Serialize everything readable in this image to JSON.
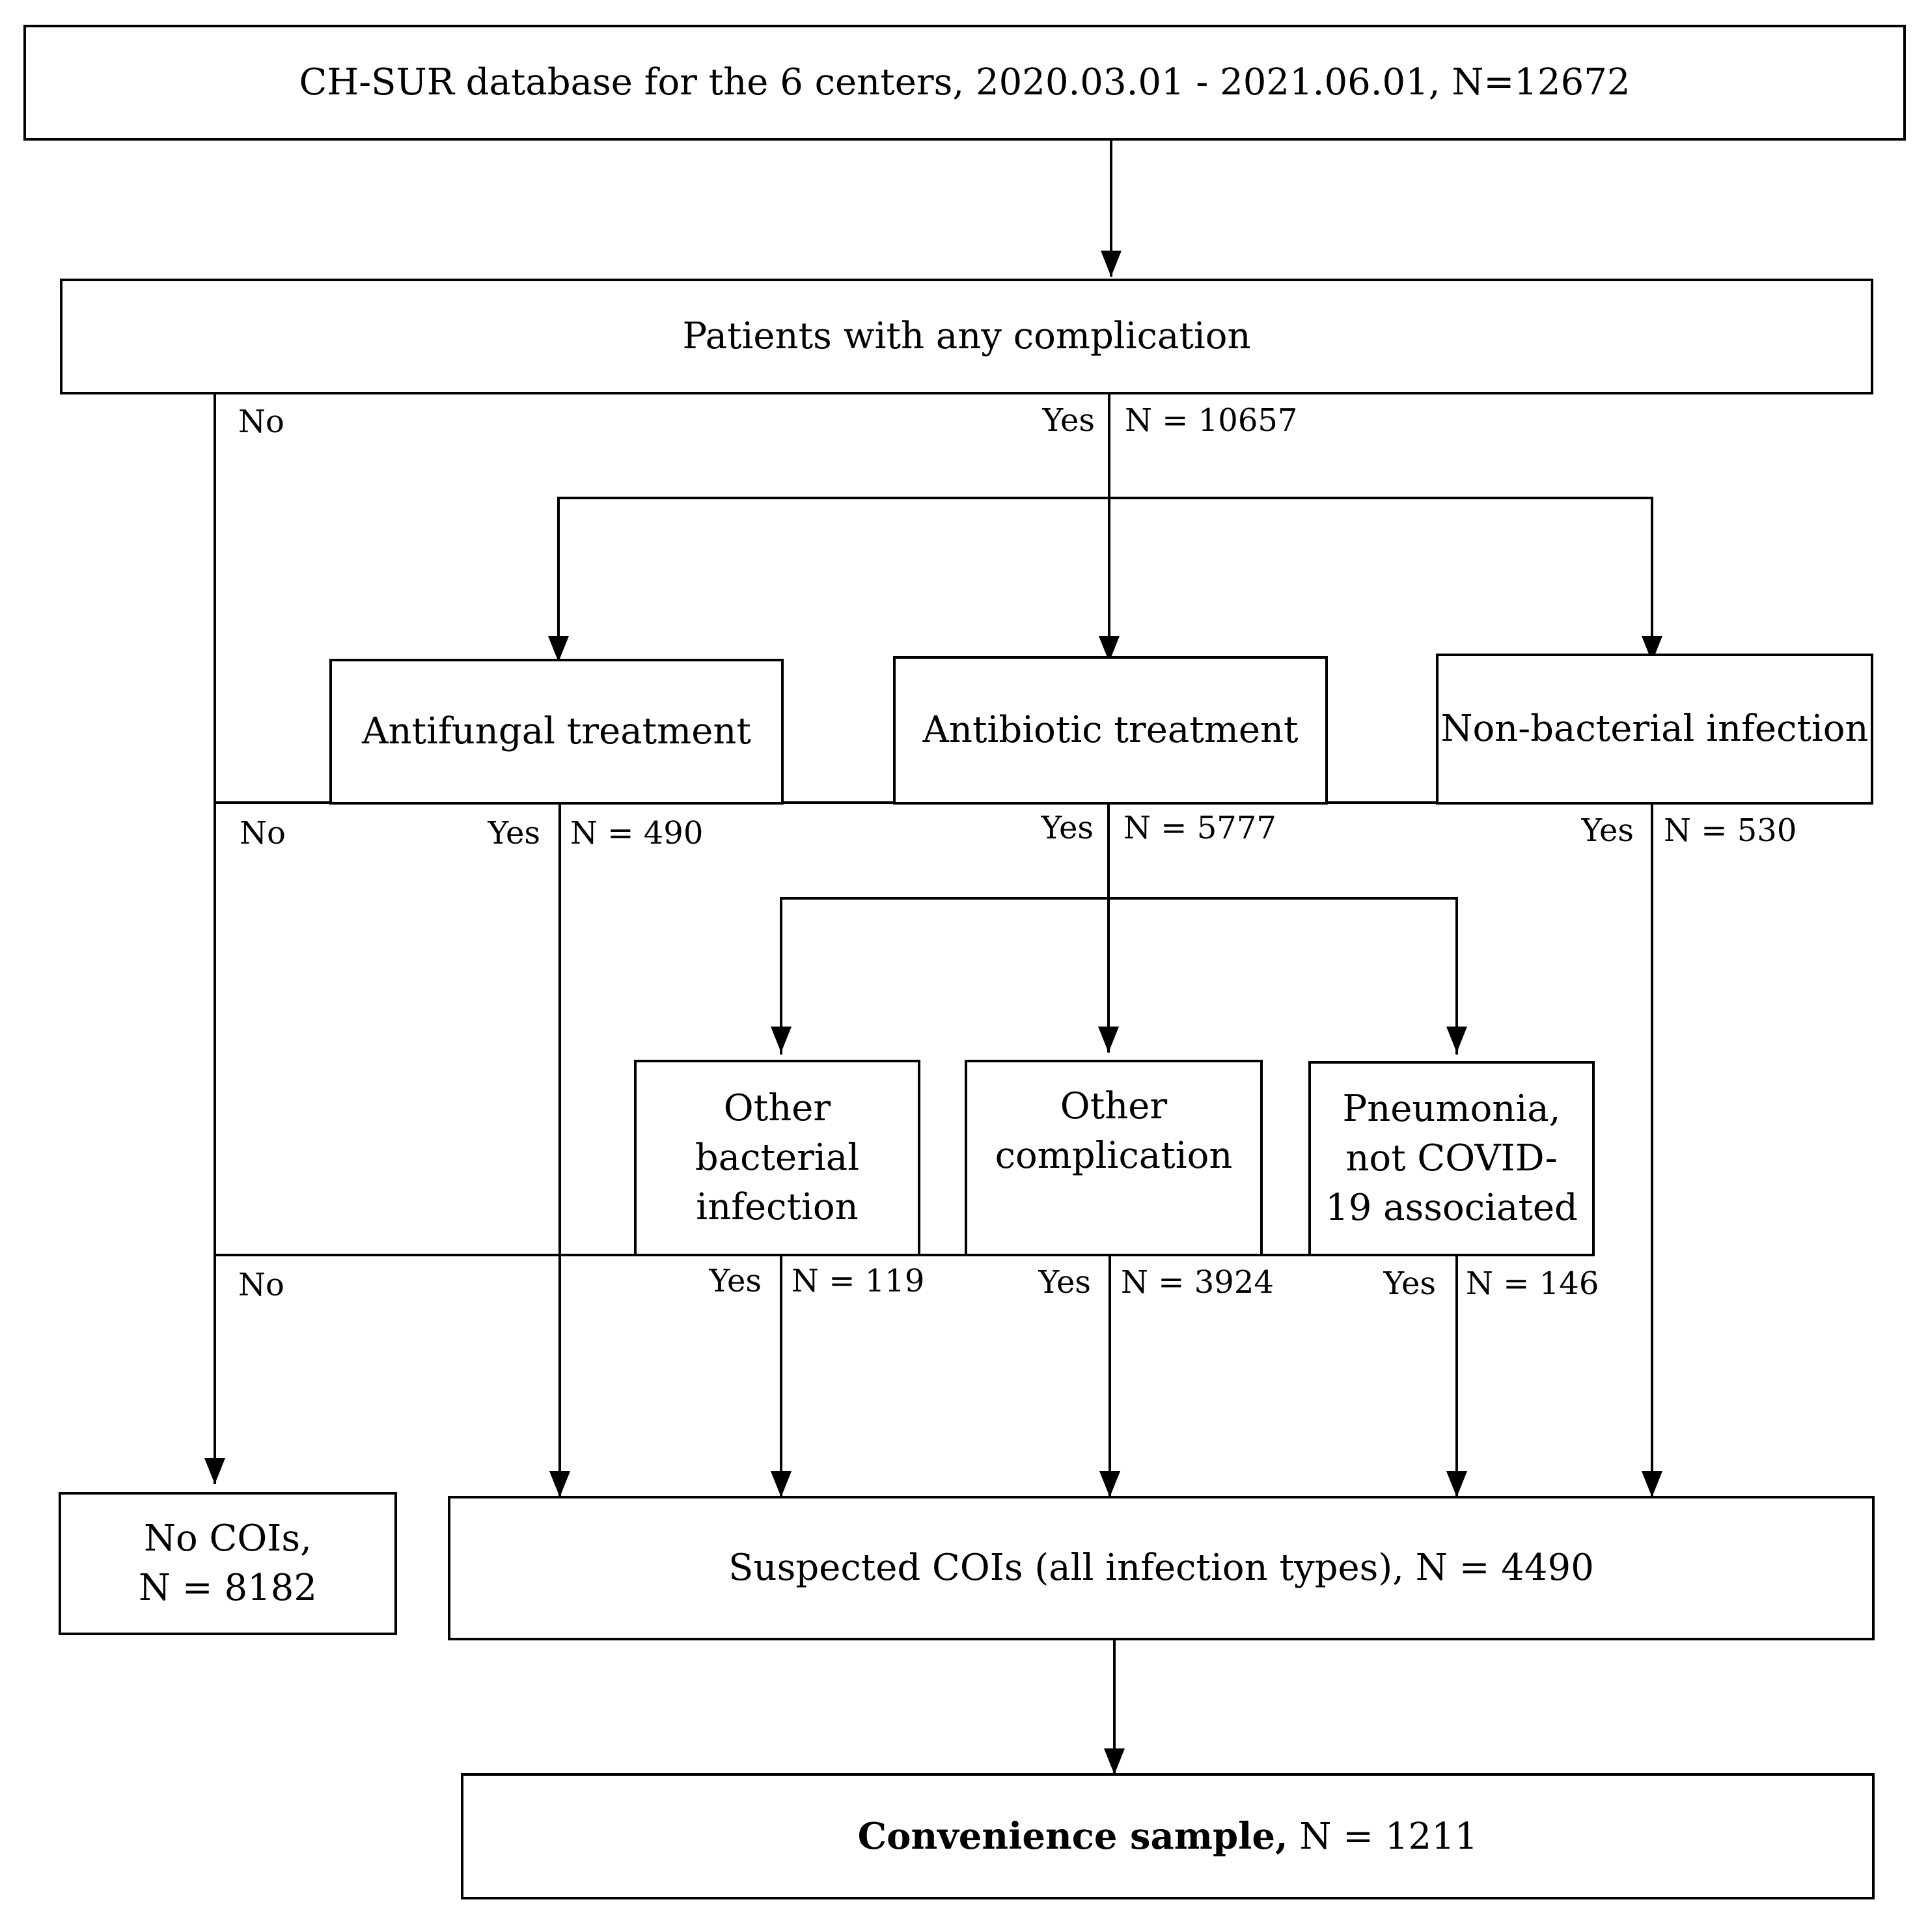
{
  "nodes": {
    "database": "CH-SUR database for the 6 centers, 2020.03.01 - 2021.06.01, N=12672",
    "any_complication": "Patients with any complication",
    "antifungal": "Antifungal treatment",
    "antibiotic": "Antibiotic treatment",
    "non_bacterial": "Non-bacterial infection",
    "other_bacterial": [
      "Other",
      "bacterial",
      "infection"
    ],
    "other_complication": [
      "Other",
      "complication"
    ],
    "pneumonia": [
      "Pneumonia,",
      "not COVID-",
      "19 associated"
    ],
    "no_cois": [
      "No COIs,",
      "N = 8182"
    ],
    "suspected": "Suspected COIs (all infection types), N = 4490",
    "convenience_bold": "Convenience sample,",
    "convenience_n": "N = 1211"
  },
  "edges": {
    "no": "No",
    "yes": "Yes",
    "n_complication": "N = 10657",
    "n_antifungal": "N = 490",
    "n_antibiotic": "N = 5777",
    "n_non_bacterial": "N = 530",
    "n_other_bacterial": "N = 119",
    "n_other_complication": "N = 3924",
    "n_pneumonia": "N = 146"
  }
}
